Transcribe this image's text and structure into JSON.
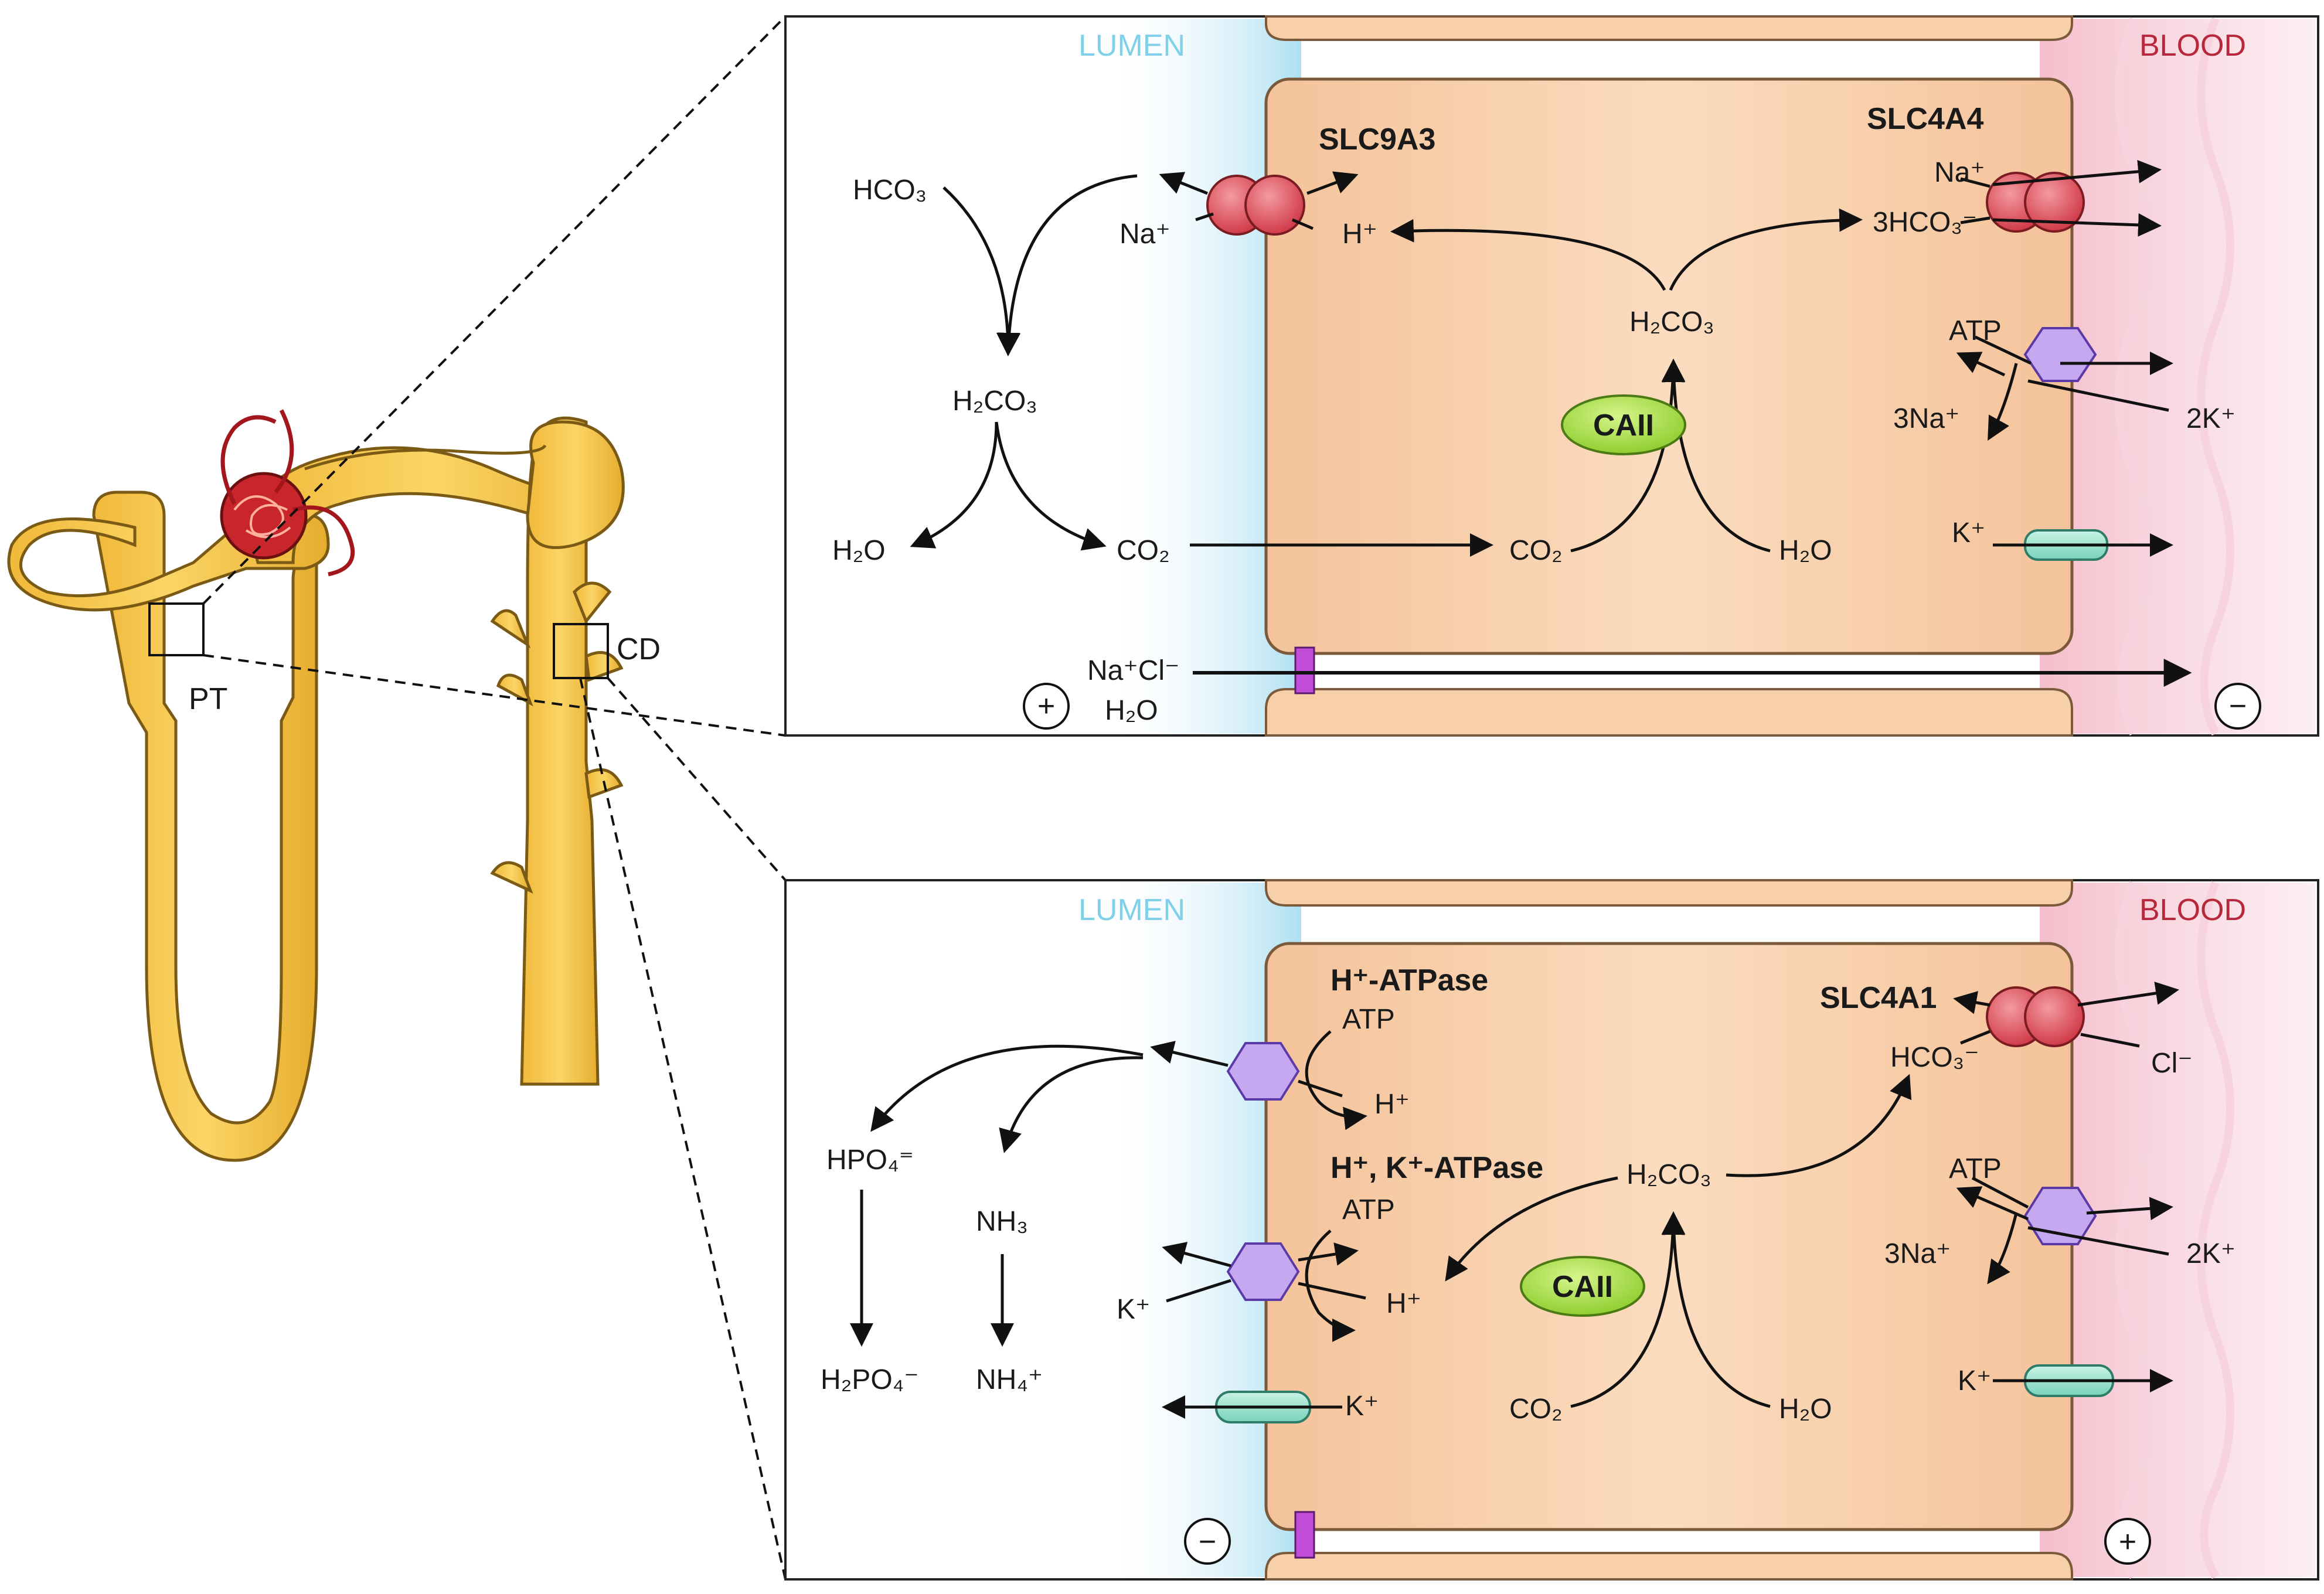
{
  "nephron": {
    "label_pt": "PT",
    "label_cd": "CD"
  },
  "top_panel": {
    "lumen_label": "LUMEN",
    "blood_label": "BLOOD",
    "apical_transporter": "SLC9A3",
    "basolateral_transporter": "SLC4A4",
    "enzyme": "CAII",
    "lumen_sign": "+",
    "blood_sign": "−",
    "paracellular": {
      "nacl": "Na⁺Cl⁻",
      "water": "H₂O"
    },
    "species": {
      "lumen_hco3": "HCO₃",
      "lumen_h2co3": "H₂CO₃",
      "lumen_h2o": "H₂O",
      "lumen_co2": "CO₂",
      "na_in": "Na⁺",
      "h_out": "H⁺",
      "cell_h2co3": "H₂CO₃",
      "cell_co2": "CO₂",
      "cell_h2o": "H₂O",
      "baso_na": "Na⁺",
      "baso_hco3": "3HCO₃⁻",
      "atp": "ATP",
      "na3": "3Na⁺",
      "k2": "2K⁺",
      "k_channel": "K⁺"
    }
  },
  "bottom_panel": {
    "lumen_label": "LUMEN",
    "blood_label": "BLOOD",
    "pump1": "H⁺-ATPase",
    "pump2": "H⁺, K⁺-ATPase",
    "basolateral_transporter": "SLC4A1",
    "enzyme": "CAII",
    "lumen_sign": "−",
    "blood_sign": "+",
    "species": {
      "atp1": "ATP",
      "h1": "H⁺",
      "hpo4": "HPO₄⁼",
      "h2po4": "H₂PO₄⁻",
      "nh3": "NH₃",
      "nh4": "NH₄⁺",
      "atp2": "ATP",
      "k_in": "K⁺",
      "h2": "H⁺",
      "k_out": "K⁺",
      "h2co3": "H₂CO₃",
      "co2": "CO₂",
      "h2o": "H₂O",
      "hco3": "HCO₃⁻",
      "cl": "Cl⁻",
      "atp3": "ATP",
      "na3": "3Na⁺",
      "k2": "2K⁺",
      "k_channel": "K⁺"
    }
  },
  "colors": {
    "tubule": "#f7c646",
    "tubule_outline": "#7a5a14",
    "glomerulus": "#c8262c",
    "cell_fill": "#f7cfa8",
    "cell_outline": "#7a5a3a",
    "lumen_glow": "#9ad9f0",
    "blood_glow": "#f2b6c4",
    "exchanger": "#d9434f",
    "pump": "#c6a8f0",
    "channel": "#9fe3d1",
    "enzyme": "#9cdc3c",
    "junction": "#c04cd8"
  }
}
